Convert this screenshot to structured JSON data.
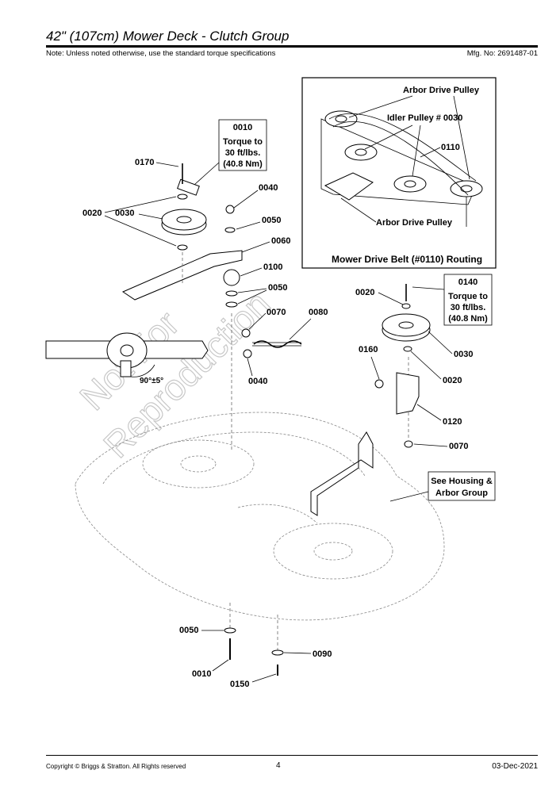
{
  "header": {
    "title": "42\" (107cm) Mower Deck - Clutch Group",
    "note": "Note: Unless noted otherwise, use the standard torque specifications",
    "mfg": "Mfg. No: 2691487-01"
  },
  "footer": {
    "copyright": "Copyright ©  Briggs & Stratton. All Rights reserved",
    "page": "4",
    "date": "03-Dec-2021"
  },
  "watermark": [
    "Not For",
    "Reproduction"
  ],
  "callouts": {
    "torque_box_1": {
      "part": "0010",
      "line1": "Torque to",
      "line2": "30 ft/lbs.",
      "line3": "(40.8 Nm)"
    },
    "torque_box_2": {
      "part": "0140",
      "line1": "Torque to",
      "line2": "30 ft/lbs.",
      "line3": "(40.8 Nm)"
    },
    "see_housing": {
      "line1": "See Housing &",
      "line2": "Arbor Group"
    },
    "angle": "90°±5°"
  },
  "inset": {
    "title": "Mower Drive Belt (#0110) Routing",
    "arbor_top": "Arbor Drive Pulley",
    "idler": "Idler Pulley # 0030",
    "belt": "0110",
    "arbor_bottom": "Arbor Drive Pulley"
  },
  "parts": {
    "p0170": "0170",
    "p0020a": "0020",
    "p0030a": "0030",
    "p0040a": "0040",
    "p0050a": "0050",
    "p0060": "0060",
    "p0100": "0100",
    "p0050b": "0050",
    "p0070a": "0070",
    "p0080": "0080",
    "p0040b": "0040",
    "p0020b": "0020",
    "p0030b": "0030",
    "p0160": "0160",
    "p0020c": "0020",
    "p0120": "0120",
    "p0070b": "0070",
    "p0050c": "0050",
    "p0090": "0090",
    "p0010": "0010",
    "p0150": "0150"
  }
}
